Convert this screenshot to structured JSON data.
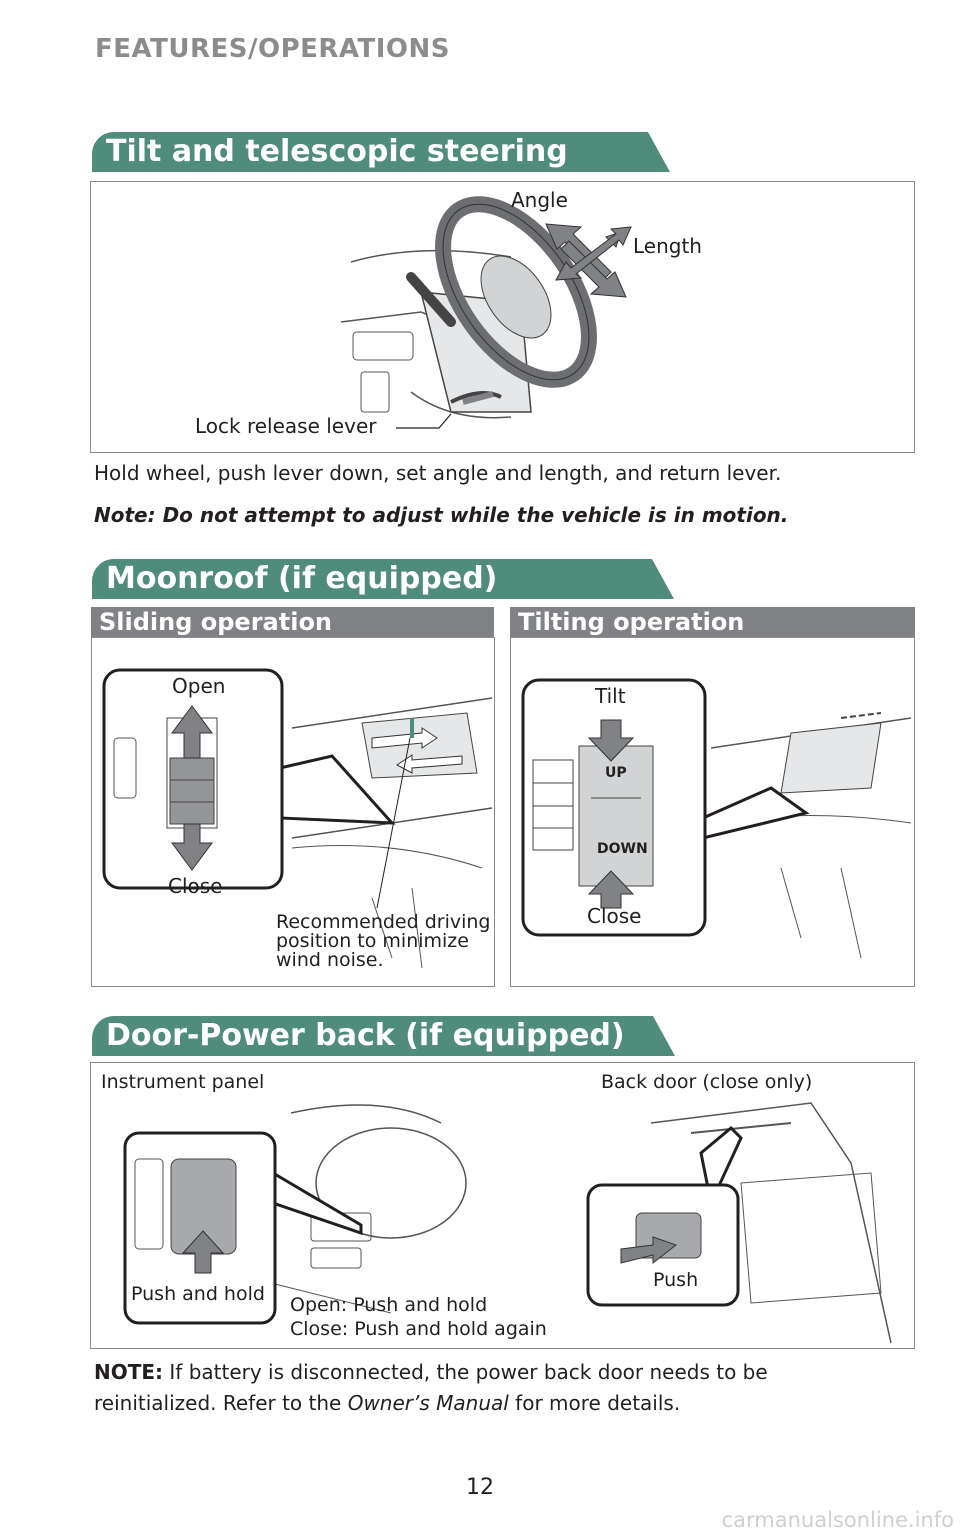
{
  "header": {
    "section_title": "FEATURES/OPERATIONS"
  },
  "steering": {
    "title": "Tilt and telescopic steering wheel",
    "label_angle": "Angle",
    "label_length": "Length",
    "label_lock": "Lock release lever",
    "instruction": "Hold wheel, push lever down, set angle and length, and return lever.",
    "note": "Note: Do not attempt to adjust while the vehicle is in motion."
  },
  "moonroof": {
    "title": "Moonroof (if equipped)",
    "sliding": {
      "title": "Sliding operation",
      "label_open": "Open",
      "label_close": "Close",
      "caption_line1": "Recommended driving",
      "caption_line2": "position to minimize",
      "caption_line3": "wind noise."
    },
    "tilting": {
      "title": "Tilting operation",
      "label_tilt": "Tilt",
      "label_close": "Close",
      "button_up": "UP",
      "button_down": "DOWN"
    }
  },
  "power_back": {
    "title": "Door-Power back (if equipped)",
    "label_instrument": "Instrument panel",
    "label_backdoor": "Back door (close only)",
    "label_push_hold": "Push and hold",
    "label_open_push": "Open: Push and hold",
    "label_close_push": "Close: Push and hold again",
    "label_push": "Push",
    "note_prefix": "NOTE:",
    "note_line1": " If battery is disconnected, the power back door needs to be",
    "note_line2_a": "reinitialized. Refer to the ",
    "note_line2_italic": "Owner’s Manual",
    "note_line2_b": " for more details."
  },
  "footer": {
    "page_number": "12",
    "watermark": "carmanualsonline.info"
  },
  "colors": {
    "tab_green": "#4f8c7c",
    "subtab_gray": "#808285",
    "arrow_gray": "#808285",
    "border": "#8a8c8e"
  }
}
